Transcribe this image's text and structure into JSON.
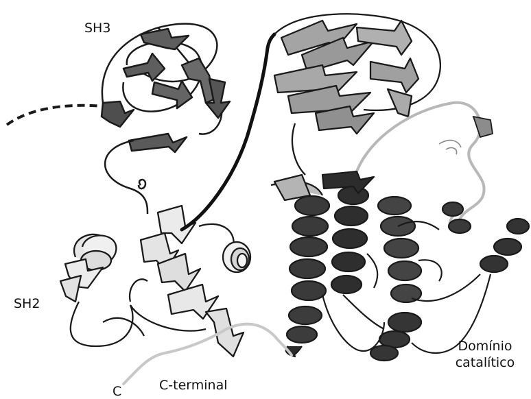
{
  "labels": {
    "sh3": "SH3",
    "sh2": "SH2",
    "catalytic_line1": "Domínio",
    "catalytic_line2": "catalítico",
    "c_terminal": "C-terminal",
    "c": "C"
  },
  "colors": {
    "sh3_domain": "#5e5e5e",
    "sh2_domain": "#e3e3e3",
    "catalytic_n_lobe": "#9a9a9a",
    "catalytic_c_lobe": "#3a3a3a",
    "linker": "#111111",
    "c_tail": "#c8c8c8",
    "activation_loop": "#b5b5b5"
  }
}
